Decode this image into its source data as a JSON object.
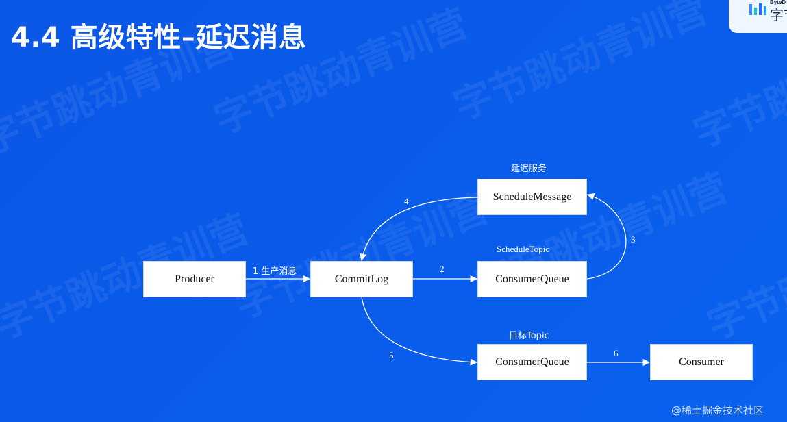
{
  "slide": {
    "title": "4.4 高级特性–延迟消息",
    "logo": {
      "small_text": "ByteD",
      "big_text": "字节"
    },
    "watermark_text": "字节跳动青训营",
    "credit": "@稀土掘金技术社区"
  },
  "diagram": {
    "nodes": {
      "producer": "Producer",
      "commitlog": "CommitLog",
      "schedule_message": "ScheduleMessage",
      "schedule_queue": "ConsumerQueue",
      "target_queue": "ConsumerQueue",
      "consumer": "Consumer"
    },
    "group_labels": {
      "delay_service": "延迟服务",
      "schedule_topic": "ScheduleTopic",
      "target_topic": "目标Topic"
    },
    "edge_labels": {
      "e1": "1.生产消息",
      "e2": "2",
      "e3": "3",
      "e4": "4",
      "e5": "5",
      "e6": "6"
    }
  }
}
